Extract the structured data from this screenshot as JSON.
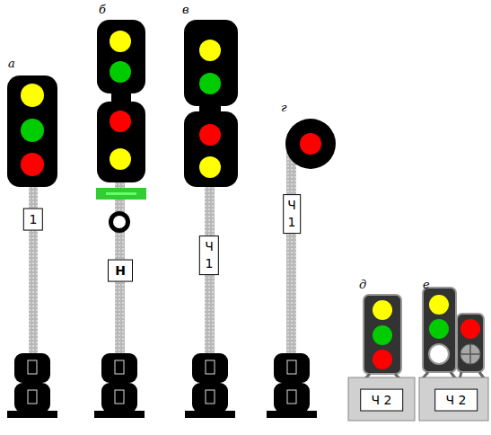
{
  "diagram": {
    "nodes": [
      {
        "text": [
          "1"
        ]
      },
      {
        "text": [
          "Н"
        ]
      },
      {
        "text": [
          "Ч 1"
        ]
      },
      {
        "text": [
          "Ч 1"
        ]
      },
      {
        "text": [
          "Ч 2"
        ]
      },
      {
        "text": [
          "Ч 2"
        ]
      }
    ],
    "labels": [
      "а",
      "б",
      "в",
      "г",
      "д",
      "е"
    ]
  }
}
